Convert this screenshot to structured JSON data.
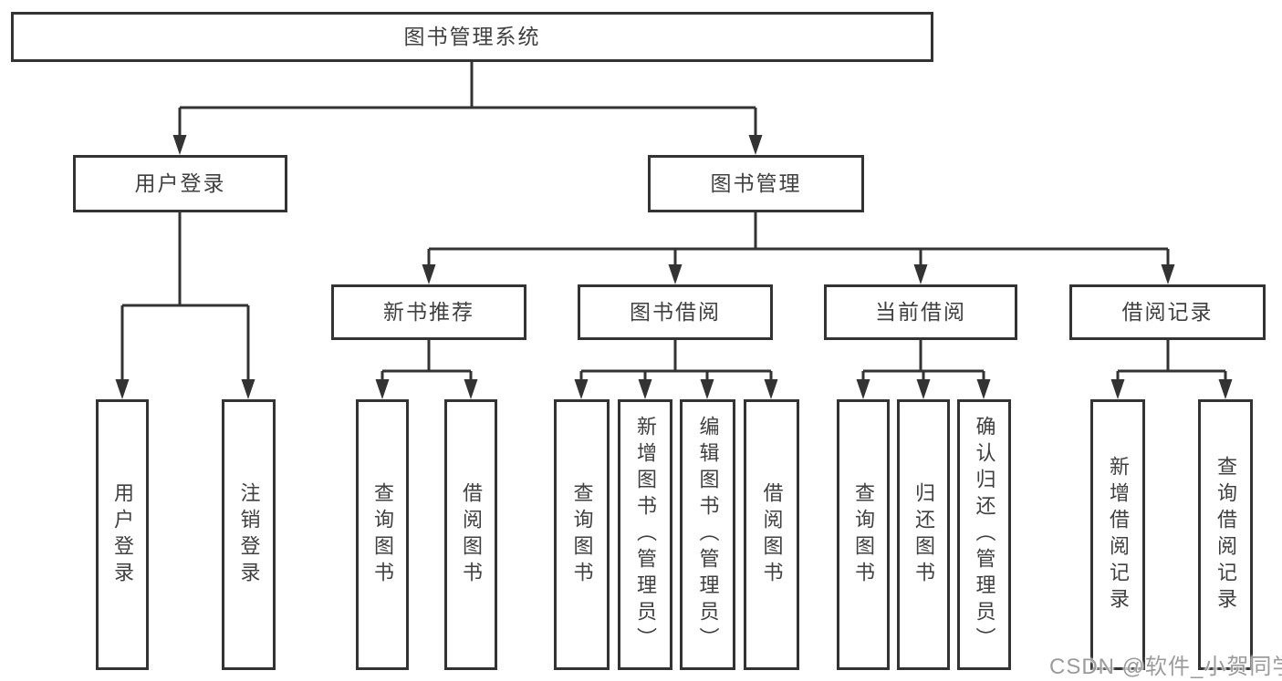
{
  "tree": {
    "root": "图书管理系统",
    "branches": [
      {
        "label": "用户登录",
        "leaves": [
          "用户登录",
          "注销登录"
        ]
      },
      {
        "label": "图书管理",
        "groups": [
          {
            "label": "新书推荐",
            "leaves": [
              "查询图书",
              "借阅图书"
            ]
          },
          {
            "label": "图书借阅",
            "leaves": [
              "查询图书",
              "新增图书（管理员）",
              "编辑图书（管理员）",
              "借阅图书"
            ]
          },
          {
            "label": "当前借阅",
            "leaves": [
              "查询图书",
              "归还图书",
              "确认归还（管理员）"
            ]
          },
          {
            "label": "借阅记录",
            "leaves": [
              "新增借阅记录",
              "查询借阅记录"
            ]
          }
        ]
      }
    ]
  },
  "watermark": {
    "text": "CSDN @软件_小贺同学"
  },
  "colors": {
    "background": "#ffffff",
    "line": "#333333",
    "box_border": "#333333",
    "box_fill": "#ffffff",
    "text": "#404040",
    "watermark": "#9b9b9b"
  }
}
